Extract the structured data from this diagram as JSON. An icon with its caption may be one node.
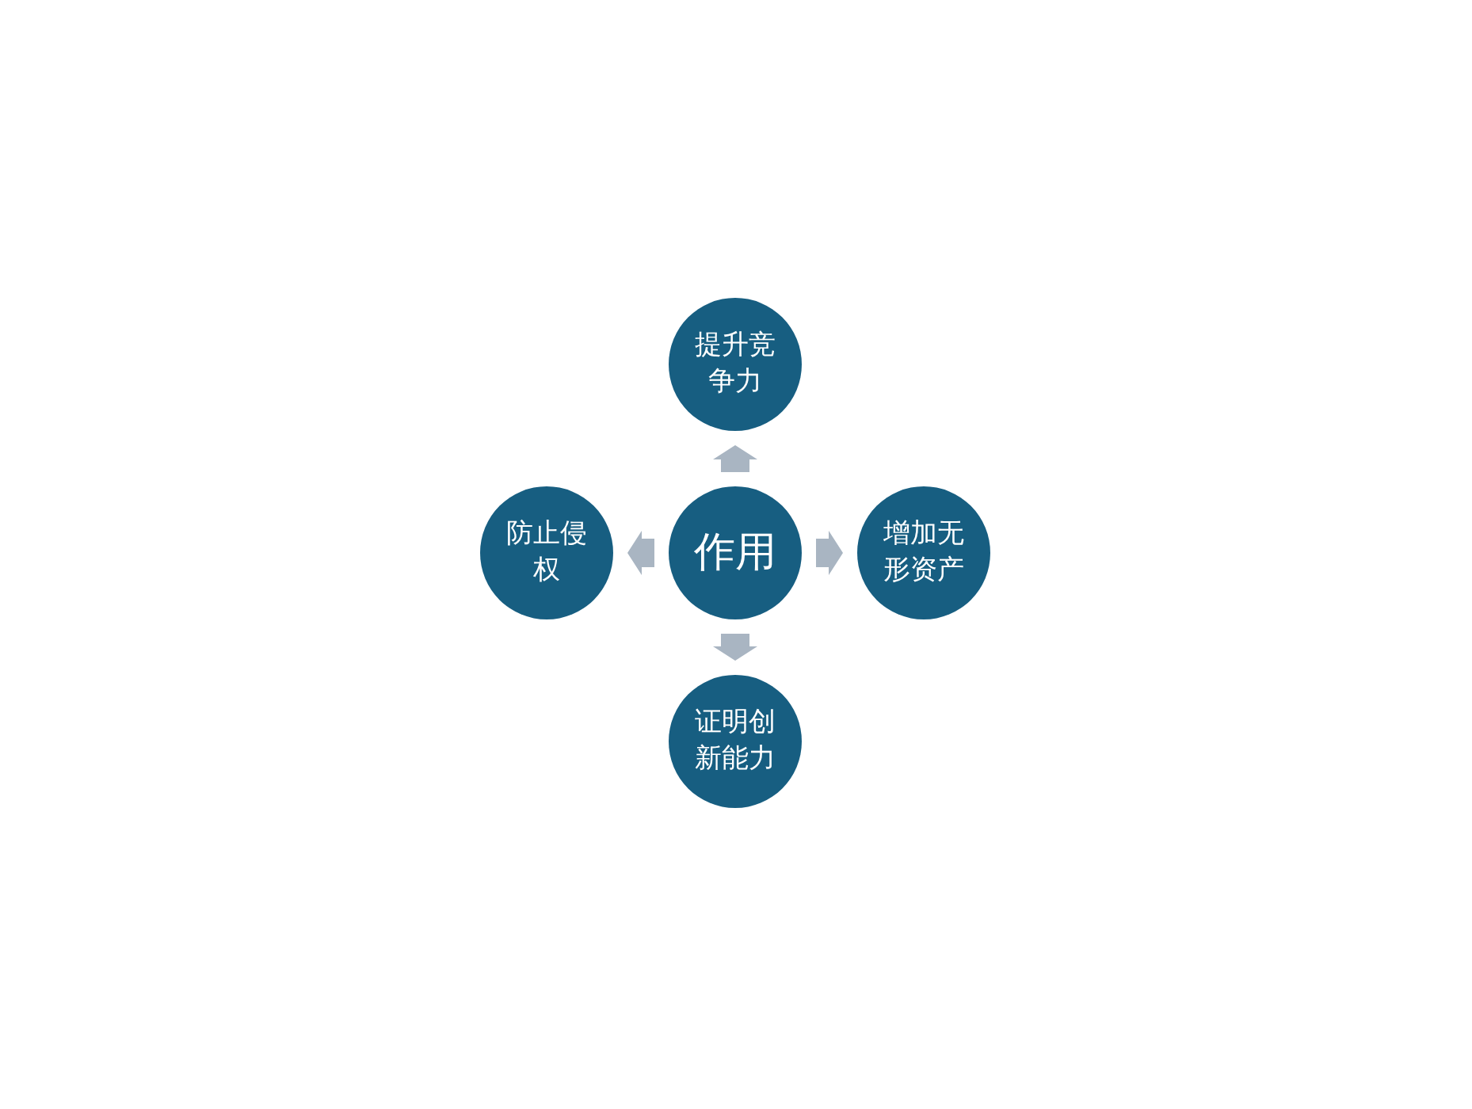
{
  "diagram": {
    "nodes": [
      {
        "text": [
          "提升竞争力"
        ]
      },
      {
        "text": [
          "防止侵权"
        ]
      },
      {
        "text": [
          "作用"
        ]
      },
      {
        "text": [
          "增加无形资产"
        ]
      },
      {
        "text": [
          "证明创新能力"
        ]
      }
    ],
    "edges": [
      {
        "from": 2,
        "to": 0,
        "arrow": "to"
      },
      {
        "from": 2,
        "to": 1,
        "arrow": "to"
      },
      {
        "from": 2,
        "to": 3,
        "arrow": "to"
      },
      {
        "from": 2,
        "to": 4,
        "arrow": "to"
      }
    ]
  }
}
